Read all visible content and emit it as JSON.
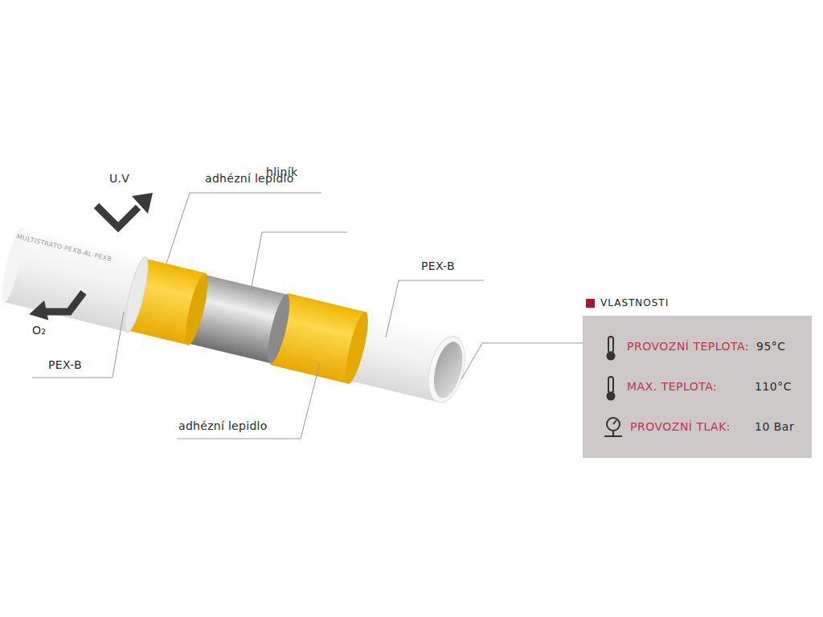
{
  "diagram": {
    "nodes": [
      {
        "text": [
          "VLASTNOSTI",
          "PROVOZNÍ TEPLOTA:",
          "95°C",
          "MAX. TEPLOTA:",
          "110°C",
          "PROVOZNÍ TLAK:",
          "10 Bar"
        ]
      }
    ],
    "labels": [
      "U.V",
      "adhézní lepidlo",
      "hliník",
      "MULTISTRATO PEXB-AL-PEXB",
      "PEX-B",
      "O₂",
      "PEX-B",
      "adhézní lepidlo"
    ]
  }
}
